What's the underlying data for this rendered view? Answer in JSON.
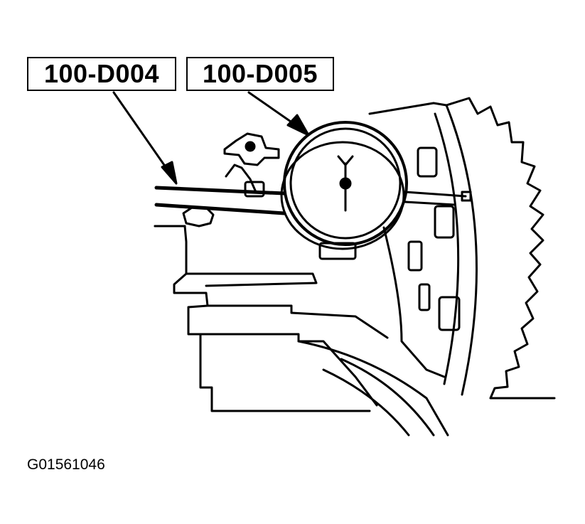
{
  "callouts": [
    {
      "label": "100-D004"
    },
    {
      "label": "100-D005"
    }
  ],
  "figure_code": "G01561046",
  "colors": {
    "ink": "#000000",
    "paper": "#ffffff"
  }
}
